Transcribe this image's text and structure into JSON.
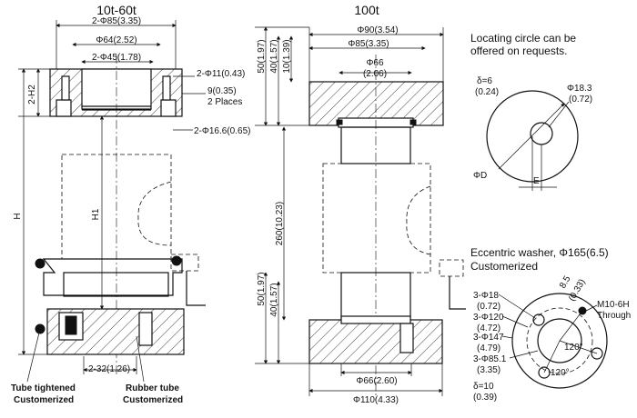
{
  "left": {
    "title": "10t-60t",
    "dims": {
      "bolt_circle": "2-Φ85(3.35)",
      "outer": "Φ64(2.52)",
      "inner": "2-Φ45(1.78)",
      "holes": "2-Φ11(0.43)",
      "depth_a": "9(0.35)",
      "depth_b": "2 Places",
      "bore": "2-Φ16.6(0.65)",
      "h2": "2-H2",
      "h1": "H1",
      "h": "H",
      "thread": "2-32(1.26)"
    },
    "labels": {
      "tube_tightened_1": "Tube tightened",
      "tube_tightened_2": "Customerized",
      "rubber_tube_1": "Rubber tube",
      "rubber_tube_2": "Customerized"
    }
  },
  "middle": {
    "title": "100t",
    "dims": {
      "d90": "Φ90(3.54)",
      "d85": "Φ85(3.35)",
      "d66": "Φ66",
      "d66_in": "(2.06)",
      "h50": "50(1.97)",
      "h40": "40(1.57)",
      "h10": "10(1.39)",
      "h260": "260(10.23)",
      "h50b": "50(1.97)",
      "h40b": "40(1.57)",
      "d66b": "Φ66(2.60)",
      "d110": "Φ110(4.33)"
    }
  },
  "right": {
    "note_1": "Locating circle can be",
    "note_2": "offered on requests.",
    "delta1_a": "δ=6",
    "delta1_b": "(0.24)",
    "phi183_a": "Φ18.3",
    "phi183_b": "(0.72)",
    "phiD": "ΦD",
    "e": "E",
    "washer_1": "Eccentric washer,  Φ165(6.5)",
    "washer_2": "Customerized",
    "w_18_a": "3-Φ18",
    "w_18_b": "(0.72)",
    "w_120_a": "3-Φ120",
    "w_120_b": "(4.72)",
    "w_147_a": "3-Φ147",
    "w_147_b": "(4.79)",
    "w_85_a": "3-Φ85.1",
    "w_85_b": "(3.35)",
    "w_delta_a": "δ=10",
    "w_delta_b": "(0.39)",
    "w_85_5": "8.5",
    "w_033": "(0.33)",
    "w_m10": "M10-6H",
    "w_through": "Through",
    "angle1": "120°",
    "angle2": "120°"
  }
}
